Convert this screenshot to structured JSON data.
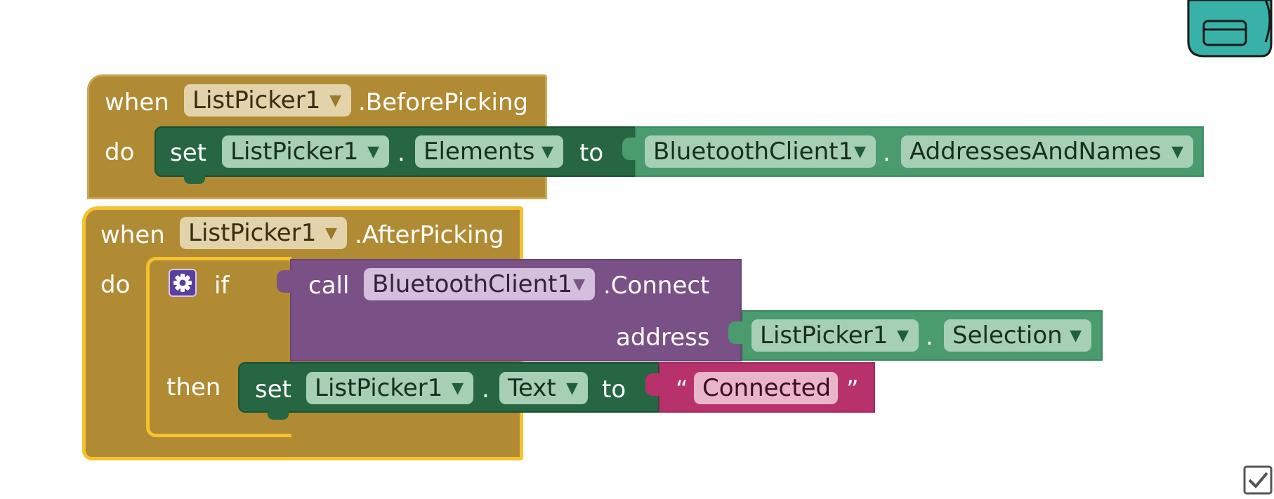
{
  "colors": {
    "event": "#b08b33",
    "setter": "#266643",
    "getter": "#4a9b6e",
    "control": "#b08b33",
    "call": "#7a5186",
    "text": "#b7316b",
    "highlight": "#f5c12e"
  },
  "block1": {
    "when": "when",
    "component": "ListPicker1",
    "event": ".BeforePicking",
    "do": "do",
    "set": {
      "kw": "set",
      "component": "ListPicker1",
      "dot": ".",
      "property": "Elements",
      "to": "to"
    },
    "value": {
      "component": "BluetoothClient1",
      "dot": ".",
      "property": "AddressesAndNames"
    }
  },
  "block2": {
    "when": "when",
    "component": "ListPicker1",
    "event": ".AfterPicking",
    "do": "do",
    "if": {
      "kw": "if",
      "then": "then"
    },
    "call": {
      "kw": "call",
      "component": "BluetoothClient1",
      "method": ".Connect",
      "param": "address"
    },
    "arg": {
      "component": "ListPicker1",
      "dot": ".",
      "property": "Selection"
    },
    "set": {
      "kw": "set",
      "component": "ListPicker1",
      "dot": ".",
      "property": "Text",
      "to": "to"
    },
    "text": {
      "open": "“",
      "value": "Connected",
      "close": "”"
    }
  },
  "icons": {
    "gear": "gear-icon",
    "backpack": "backpack-icon",
    "warning": "warning-checkbox-icon",
    "arrow": "▼"
  }
}
